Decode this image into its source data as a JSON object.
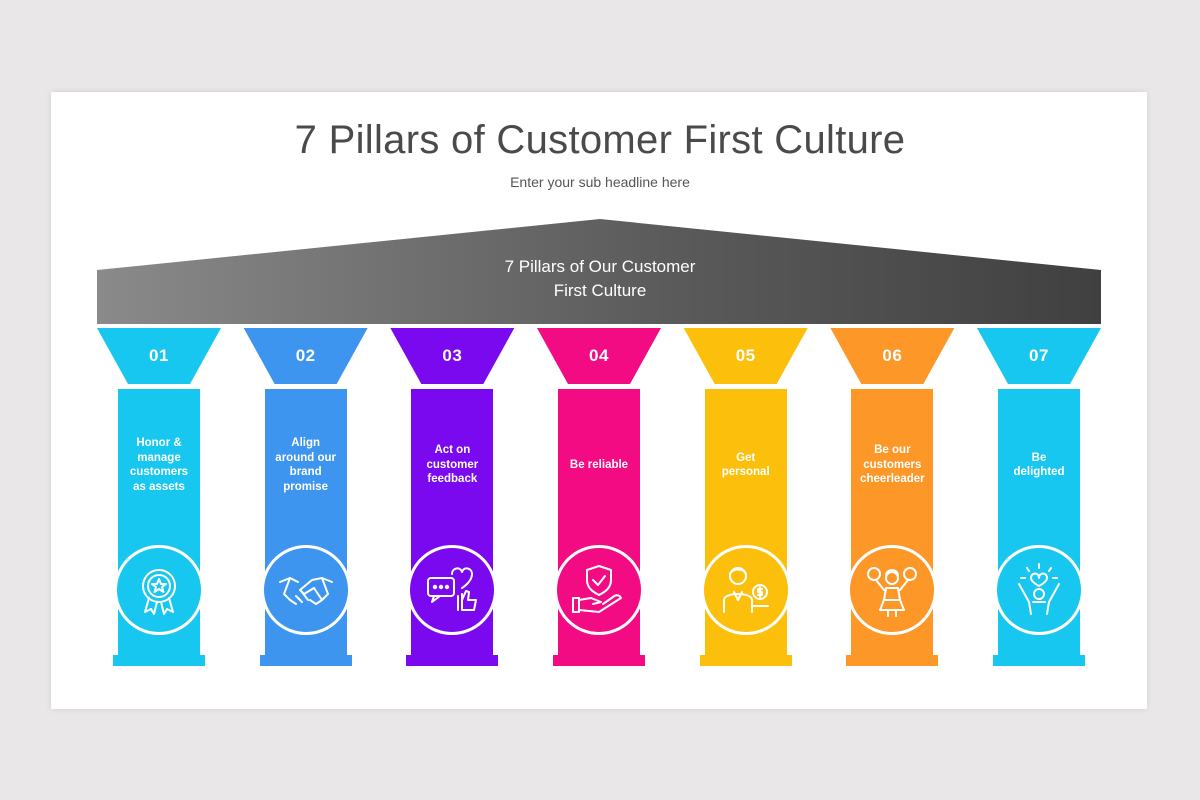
{
  "title": "7 Pillars of Customer First Culture",
  "subtitle": "Enter your sub headline here",
  "roof": {
    "line1": "7 Pillars of Our Customer",
    "line2": "First Culture"
  },
  "pillars": [
    {
      "num": "01",
      "lines": [
        "Honor &",
        "manage",
        "customers",
        "as assets"
      ],
      "color": "#18c7ef",
      "icon": "award-badge-icon"
    },
    {
      "num": "02",
      "lines": [
        "Align",
        "around our",
        "brand",
        "promise"
      ],
      "color": "#3d95f0",
      "icon": "handshake-icon"
    },
    {
      "num": "03",
      "lines": [
        "Act on",
        "customer",
        "feedback"
      ],
      "color": "#7a09f0",
      "icon": "feedback-heart-icon"
    },
    {
      "num": "04",
      "lines": [
        "Be reliable"
      ],
      "color": "#f30b84",
      "icon": "shield-hand-icon"
    },
    {
      "num": "05",
      "lines": [
        "Get",
        "personal"
      ],
      "color": "#fbbf0c",
      "icon": "person-dollar-icon"
    },
    {
      "num": "06",
      "lines": [
        "Be our",
        "customers",
        "cheerleader"
      ],
      "color": "#fd9727",
      "icon": "cheerleader-icon"
    },
    {
      "num": "07",
      "lines": [
        "Be",
        "delighted"
      ],
      "color": "#18c7ef",
      "icon": "delighted-person-icon"
    }
  ]
}
